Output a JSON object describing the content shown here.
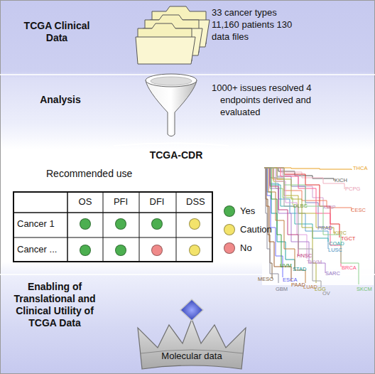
{
  "diagram": {
    "nodes": [
      {
        "text": [
          "TCGA Clinical Data",
          "33 cancer types 11,160 patients 130 data files"
        ]
      },
      {
        "text": [
          "Analysis",
          "1000+ issues resolved 4 endpoints derived and evaluated"
        ]
      },
      {
        "text": [
          "TCGA-CDR"
        ]
      },
      {
        "text": [
          "Recommended use"
        ],
        "in": 2
      },
      {
        "text": [
          "Enabling of Translational and Clinical Utility of TCGA Data"
        ]
      },
      {
        "text": [
          "Molecular data"
        ],
        "in": 4
      }
    ],
    "labels": [
      "OS",
      "PFI",
      "DFI",
      "DSS",
      "Cancer 1",
      "Cancer ...",
      "THCA",
      "KICH",
      "PCPG",
      "DLBC",
      "KIRP",
      "CESC",
      "PRAD",
      "KIRC",
      "TGCT",
      "COAD",
      "LUSC",
      "HNSC",
      "THYM",
      "BRCA",
      "STAD",
      "UVM",
      "SARC",
      "MESO",
      "ESCA",
      "PAAD",
      "GBM",
      "LUAD",
      "LGG",
      "OV",
      "SKCM"
    ],
    "legend": [
      {
        "text": "Yes",
        "color": "#4caf50"
      },
      {
        "text": "Caution",
        "color": "#f3e36b"
      },
      {
        "text": "No",
        "color": "#f08a8a"
      }
    ]
  }
}
